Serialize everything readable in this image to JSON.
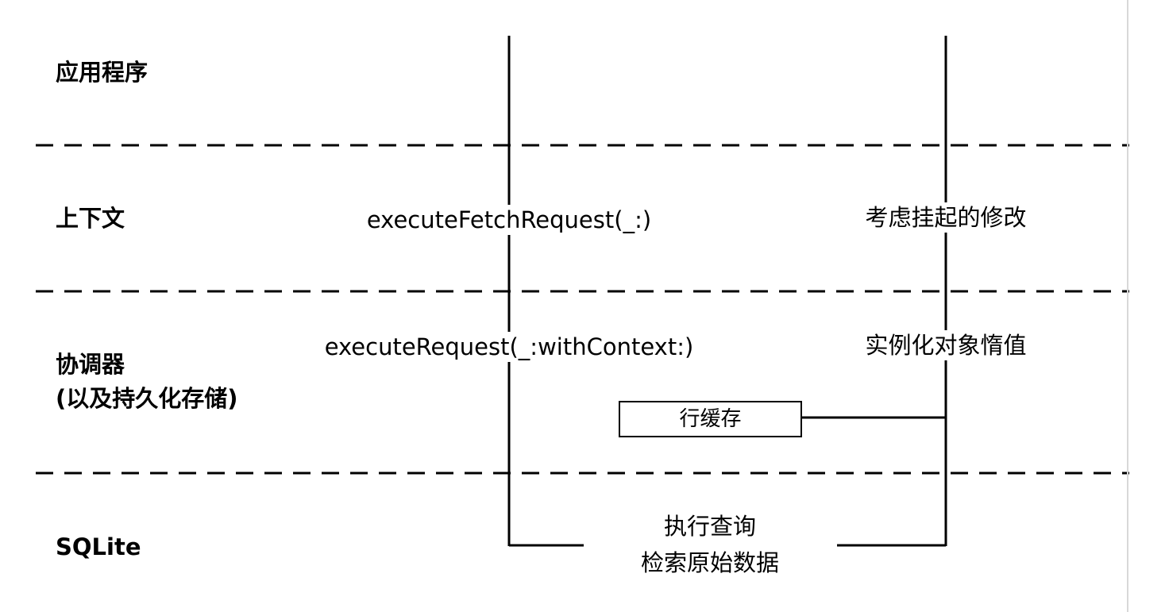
{
  "lanes": {
    "application": "应用程序",
    "context": "上下文",
    "coordinator_line1": "协调器",
    "coordinator_line2": "(以及持久化存储)",
    "sqlite": "SQLite"
  },
  "messages": {
    "execute_fetch_request": "executeFetchRequest(_:)",
    "consider_pending_changes": "考虑挂起的修改",
    "execute_request": "executeRequest(_:withContext:)",
    "instantiate_objects": "实例化对象惰值",
    "row_cache": "行缓存",
    "execute_query": "执行查询",
    "retrieve_raw_data": "检索原始数据"
  },
  "colors": {
    "line": "#000000",
    "background": "#ffffff"
  }
}
